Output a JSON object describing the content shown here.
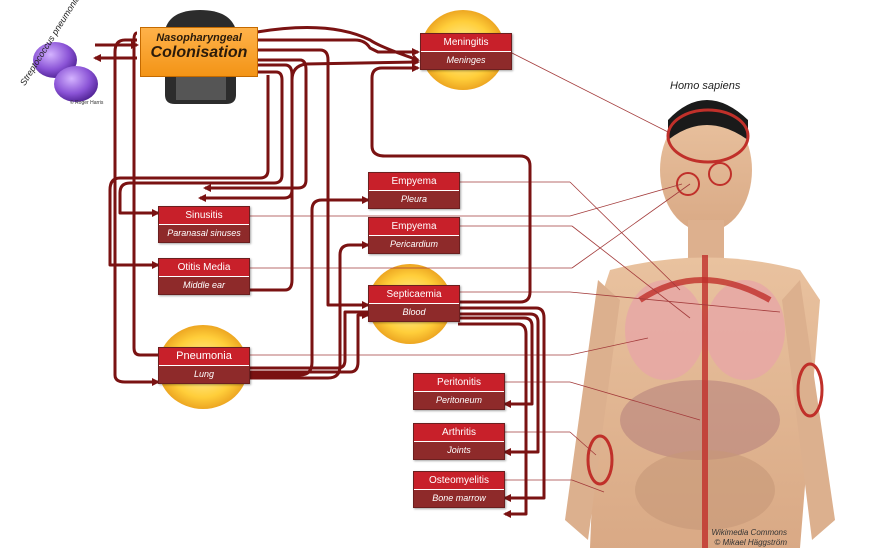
{
  "bacterium": {
    "name": "Streptococcus pneumoniae",
    "copyright": "© Roger Harris"
  },
  "colonisation": {
    "line1": "Nasopharyngeal",
    "line2": "Colonisation"
  },
  "host": {
    "name": "Homo sapiens"
  },
  "credit": {
    "line1": "Wikimedia Commons",
    "line2": "© Mikael Häggström"
  },
  "diseases": [
    {
      "title": "Meningitis",
      "site": "Meninges"
    },
    {
      "title": "Empyema",
      "site": "Pleura"
    },
    {
      "title": "Empyema",
      "site": "Pericardium"
    },
    {
      "title": "Sinusitis",
      "site": "Paranasal sinuses"
    },
    {
      "title": "Otitis Media",
      "site": "Middle ear"
    },
    {
      "title": "Septicaemia",
      "site": "Blood"
    },
    {
      "title": "Pneumonia",
      "site": "Lung"
    },
    {
      "title": "Peritonitis",
      "site": "Peritoneum"
    },
    {
      "title": "Arthritis",
      "site": "Joints"
    },
    {
      "title": "Osteomyelitis",
      "site": "Bone marrow"
    }
  ],
  "colors": {
    "arrow": "#7a1212",
    "box_title": "#c8202a",
    "box_site": "#8e2a2a",
    "colonisation": "#f7a12a"
  }
}
